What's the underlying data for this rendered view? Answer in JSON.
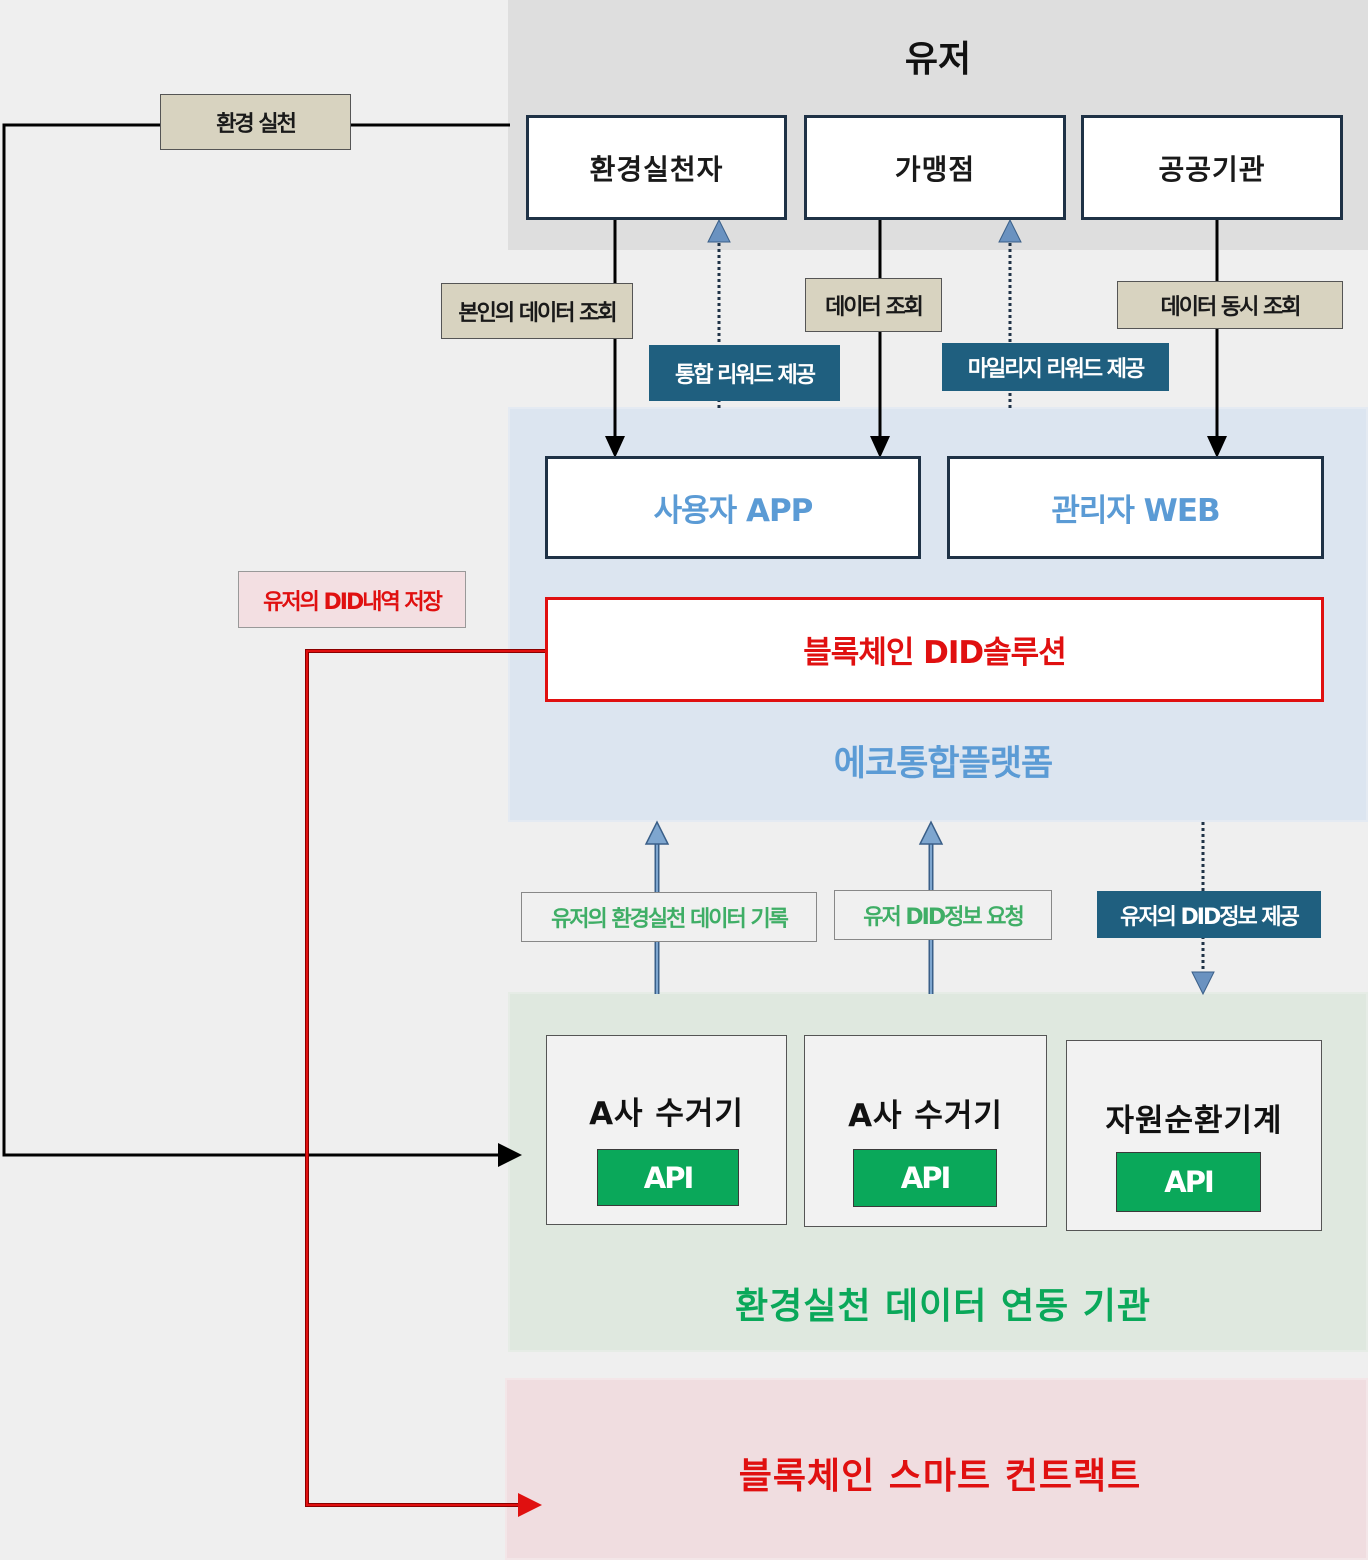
{
  "user_section": {
    "title": "유저",
    "boxes": [
      "환경실천자",
      "가맹점",
      "공공기관"
    ]
  },
  "left_label": "환경 실천",
  "user_to_platform_labels": {
    "self_data": "본인의 데이터 조회",
    "reward": "통합 리워드 제공",
    "data_query": "데이터 조회",
    "mileage": "마일리지 리워드 제공",
    "sync_query": "데이터 동시 조회"
  },
  "platform": {
    "app": "사용자 APP",
    "web": "관리자 WEB",
    "did": "블록체인 DID솔루션",
    "title": "에코통합플랫폼"
  },
  "did_store_label": "유저의 DID내역 저장",
  "platform_to_env_labels": {
    "record": "유저의 환경실천 데이터 기록",
    "request": "유저 DID정보 요청",
    "provide": "유저의 DID정보 제공"
  },
  "env_section": {
    "devices": [
      {
        "name": "A사 수거기",
        "api": "API"
      },
      {
        "name": "A사 수거기",
        "api": "API"
      },
      {
        "name": "자원순환기계",
        "api": "API"
      }
    ],
    "title": "환경실천 데이터 연동 기관"
  },
  "blockchain_title": "블록체인 스마트 컨트랙트",
  "colors": {
    "navy": "#1f3246",
    "red": "#e01010",
    "blue_text": "#5b9bd5",
    "green_text": "#0aa85a",
    "label_blue": "#1f5f7f",
    "label_tan": "#d8d3c0",
    "arrow_blue": "#5a86b4"
  }
}
